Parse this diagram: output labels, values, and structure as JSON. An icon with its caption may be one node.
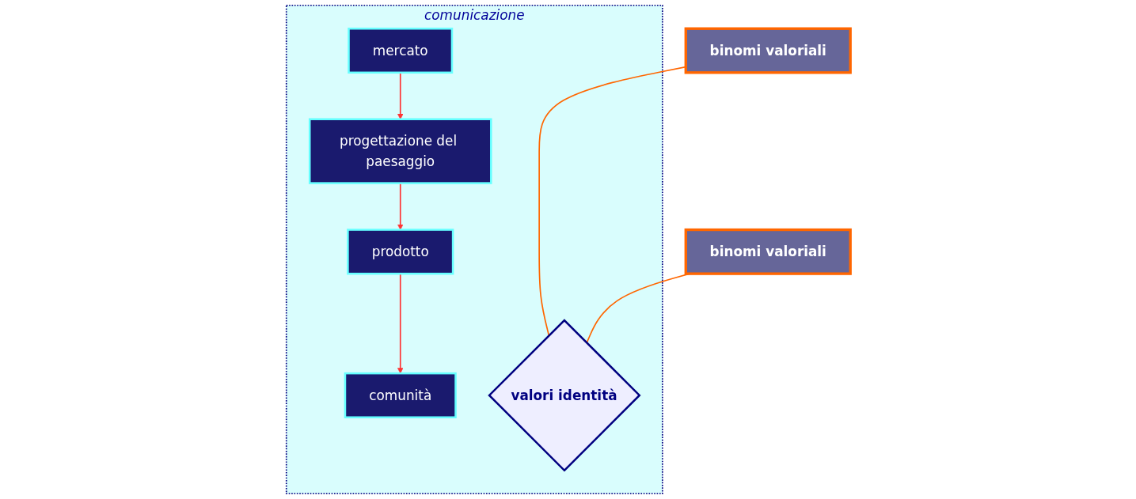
{
  "diagram": {
    "nodes": [
      {
        "text": [
          "comunicazione"
        ]
      },
      {
        "text": [
          "mercato"
        ],
        "in": 0
      },
      {
        "text": [
          "comunità"
        ],
        "in": 0
      },
      {
        "text": [
          "valori identità"
        ],
        "in": 0
      },
      {
        "text": [
          "progettazione del paesaggio"
        ],
        "in": 0
      },
      {
        "text": [
          "prodotto"
        ],
        "in": 0
      },
      {
        "text": [
          "binomi valoriali"
        ]
      },
      {
        "text": [
          "binomi valoriali"
        ]
      }
    ],
    "edges": [
      {
        "from": 1,
        "to": 4,
        "arrow": "to",
        "color": "#ff3333"
      },
      {
        "from": 4,
        "to": 5,
        "arrow": "to",
        "color": "#ff3333"
      },
      {
        "from": 5,
        "to": 2,
        "arrow": "to",
        "color": "#ff3333"
      },
      {
        "from": 6,
        "to": 3,
        "arrow": "none",
        "color": "#ff6600"
      },
      {
        "from": 7,
        "to": 3,
        "arrow": "none",
        "color": "#ff6600"
      }
    ]
  }
}
